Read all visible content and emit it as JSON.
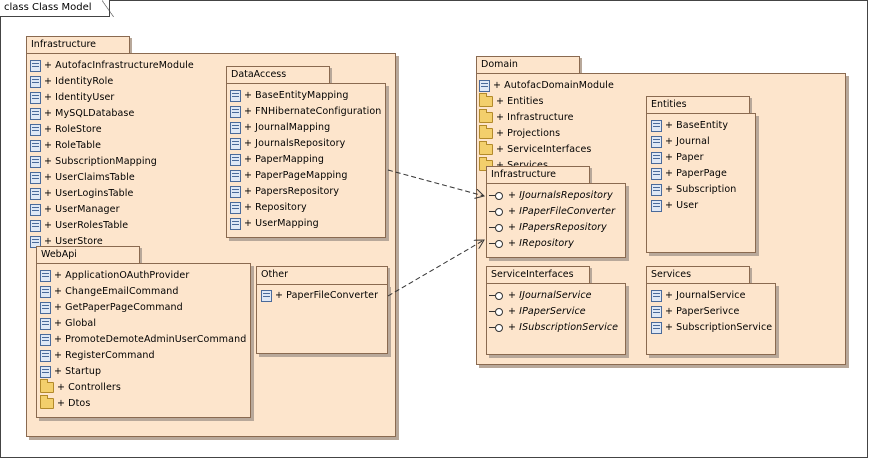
{
  "frame": {
    "title": "class Class Model"
  },
  "infrastructure": {
    "title": "Infrastructure",
    "items": [
      "+ AutofacInfrastructureModule",
      "+ IdentityRole",
      "+ IdentityUser",
      "+ MySQLDatabase",
      "+ RoleStore",
      "+ RoleTable",
      "+ SubscriptionMapping",
      "+ UserClaimsTable",
      "+ UserLoginsTable",
      "+ UserManager",
      "+ UserRolesTable",
      "+ UserStore"
    ]
  },
  "dataaccess": {
    "title": "DataAccess",
    "items": [
      "+ BaseEntityMapping",
      "+ FNHibernateConfiguration",
      "+ JournalMapping",
      "+ JournalsRepository",
      "+ PaperMapping",
      "+ PaperPageMapping",
      "+ PapersRepository",
      "+ Repository",
      "+ UserMapping"
    ]
  },
  "webapi": {
    "title": "WebApi",
    "classes": [
      "+ ApplicationOAuthProvider",
      "+ ChangeEmailCommand",
      "+ GetPaperPageCommand",
      "+ Global",
      "+ PromoteDemoteAdminUserCommand",
      "+ RegisterCommand",
      "+ Startup"
    ],
    "folders": [
      "+ Controllers",
      "+ Dtos"
    ]
  },
  "other": {
    "title": "Other",
    "items": [
      "+ PaperFileConverter"
    ]
  },
  "domain": {
    "title": "Domain",
    "classes": [
      "+ AutofacDomainModule"
    ],
    "folders": [
      "+ Entities",
      "+ Infrastructure",
      "+ Projections",
      "+ ServiceInterfaces",
      "+ Services"
    ]
  },
  "domain_entities": {
    "title": "Entities",
    "items": [
      "+ BaseEntity",
      "+ Journal",
      "+ Paper",
      "+ PaperPage",
      "+ Subscription",
      "+ User"
    ]
  },
  "domain_infrastructure": {
    "title": "Infrastructure",
    "items": [
      "+ IJournalsRepository",
      "+ IPaperFileConverter",
      "+ IPapersRepository",
      "+ IRepository"
    ]
  },
  "domain_serviceinterfaces": {
    "title": "ServiceInterfaces",
    "items": [
      "+ IJournalService",
      "+ IPaperService",
      "+ ISubscriptionService"
    ]
  },
  "domain_services": {
    "title": "Services",
    "items": [
      "+ JournalService",
      "+ PaperSerivce",
      "+ SubscriptionService"
    ]
  },
  "colors": {
    "package_fill": "#fde5cc",
    "package_border": "#8a6a50",
    "shadow": "#b8a89a"
  },
  "icons": {
    "class": "class-icon",
    "folder": "folder-icon",
    "interface": "interface-icon"
  }
}
